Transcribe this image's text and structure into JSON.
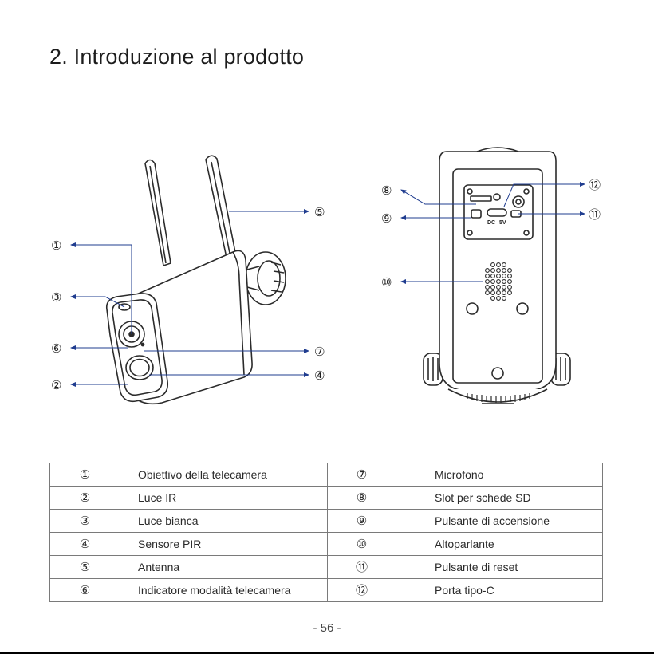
{
  "section": {
    "title": "2. Introduzione al prodotto"
  },
  "callouts": {
    "front": [
      "①",
      "③",
      "⑥",
      "②",
      "⑤",
      "⑦",
      "④"
    ],
    "back": [
      "⑧",
      "⑨",
      "⑩",
      "⑫",
      "⑪"
    ]
  },
  "device_labels": {
    "dc": "DC",
    "volt": "5V"
  },
  "parts": [
    {
      "num": "①",
      "name": "Obiettivo della telecamera",
      "num2": "⑦",
      "name2": "Microfono"
    },
    {
      "num": "②",
      "name": "Luce IR",
      "num2": "⑧",
      "name2": "Slot per schede SD"
    },
    {
      "num": "③",
      "name": "Luce bianca",
      "num2": "⑨",
      "name2": "Pulsante di accensione"
    },
    {
      "num": "④",
      "name": "Sensore PIR",
      "num2": "⑩",
      "name2": "Altoparlante"
    },
    {
      "num": "⑤",
      "name": "Antenna",
      "num2": "⑪",
      "name2": "Pulsante di reset"
    },
    {
      "num": "⑥",
      "name": "Indicatore modalità telecamera",
      "num2": "⑫",
      "name2": "Porta tipo-C"
    }
  ],
  "footer": {
    "page_number": "- 56 -"
  },
  "colors": {
    "callout_line": "#1f3c8f",
    "drawing": "#2b2b2b",
    "table_border": "#7a7a7a"
  }
}
